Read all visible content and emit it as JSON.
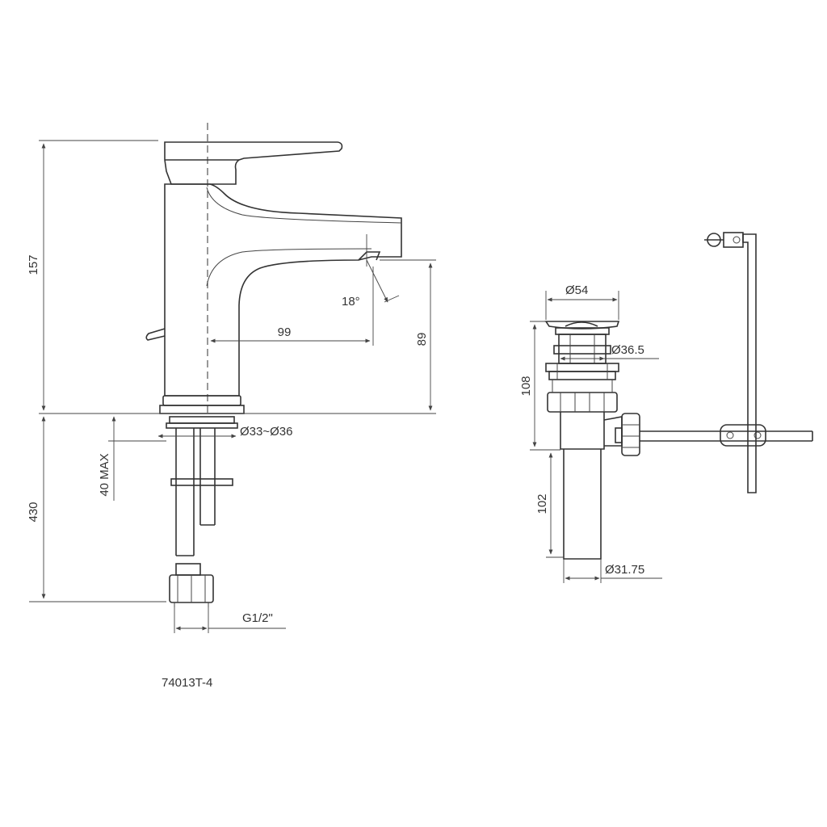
{
  "model": "74013T-4",
  "faucet_dims": {
    "total_height": "157",
    "spout_reach": "99",
    "spout_height": "89",
    "spray_angle": "18°",
    "hole_diameter": "Ø33~Ø36",
    "deck_thickness": "40 MAX",
    "hose_length": "430",
    "connection": "G1/2\""
  },
  "drain_dims": {
    "top_diameter": "Ø54",
    "body_diameter": "Ø36.5",
    "body_height": "108",
    "tail_length": "102",
    "tail_diameter": "Ø31.75"
  }
}
